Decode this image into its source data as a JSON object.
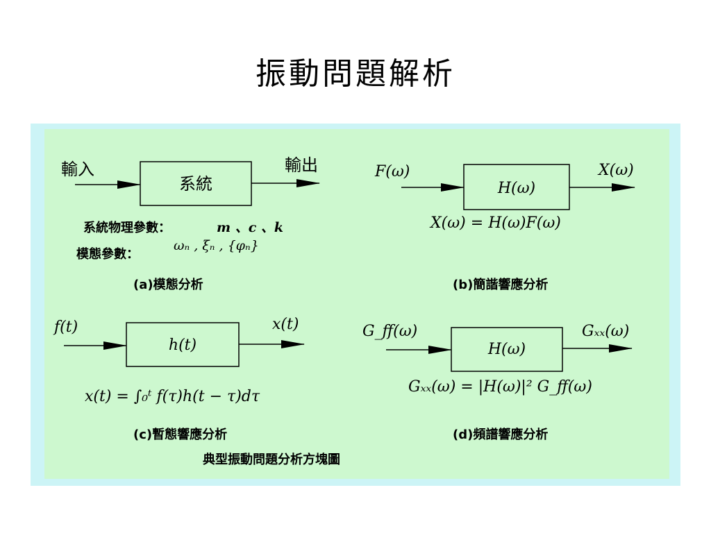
{
  "title": "振動問題解析",
  "panels": {
    "a": {
      "input_label": "輸入",
      "output_label": "輸出",
      "box_label": "系統",
      "params_label": "系統物理參數：",
      "params_values": "m 、c 、k",
      "modal_label": "模態參數：",
      "modal_values": "ωₙ , ξₙ , {φₙ}",
      "caption": "(a)模態分析"
    },
    "b": {
      "input_label": "F(ω)",
      "output_label": "X(ω)",
      "box_label": "H(ω)",
      "equation": "X(ω) = H(ω)F(ω)",
      "caption": "(b)簡諧響應分析"
    },
    "c": {
      "input_label": "f(t)",
      "output_label": "x(t)",
      "box_label": "h(t)",
      "equation": "x(t) = ∫₀ᵗ f(τ)h(t − τ)dτ",
      "caption": "(c)暫態響應分析"
    },
    "d": {
      "input_label": "G_ff(ω)",
      "output_label": "Gₓₓ(ω)",
      "box_label": "H(ω)",
      "equation": "Gₓₓ(ω) = |H(ω)|² G_ff(ω)",
      "caption": "(d)頻譜響應分析"
    }
  },
  "figure_caption": "典型振動問題分析方塊圖",
  "colors": {
    "panel_border": "#ccf4f6",
    "panel_fill": "#cdf8cf"
  }
}
